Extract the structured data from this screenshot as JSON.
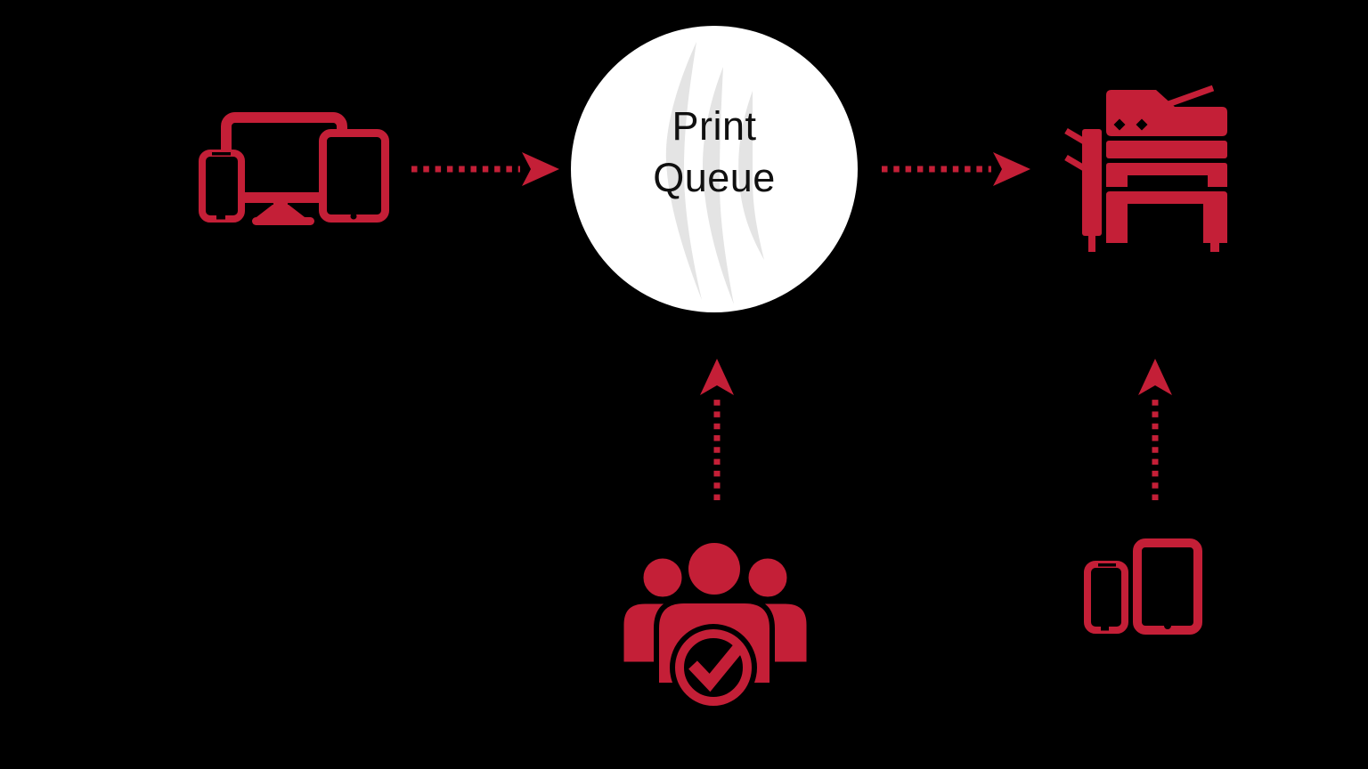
{
  "colors": {
    "background": "#000000",
    "accent_red": "#C41F37",
    "circle_fill": "#FFFFFF",
    "watermark_gray": "#E4E4E4",
    "label_text": "#101010"
  },
  "print_queue": {
    "line1": "Print",
    "line2": "Queue"
  },
  "icons": [
    {
      "name": "client-devices-icon",
      "depicts": "desktop monitor, smartphone and tablet"
    },
    {
      "name": "print-queue-circle",
      "depicts": "white circle with smoke watermark"
    },
    {
      "name": "printer-icon",
      "depicts": "multifunction printer with finisher tray"
    },
    {
      "name": "approved-users-icon",
      "depicts": "three users with checkmark badge"
    },
    {
      "name": "mobile-devices-icon",
      "depicts": "smartphone and tablet"
    }
  ],
  "arrows": [
    {
      "name": "arrow-devices-to-queue",
      "style": "dotted",
      "direction": "right"
    },
    {
      "name": "arrow-queue-to-printer",
      "style": "dotted",
      "direction": "right"
    },
    {
      "name": "arrow-users-to-queue",
      "style": "dotted",
      "direction": "up"
    },
    {
      "name": "arrow-mobiles-to-printer",
      "style": "dotted",
      "direction": "up"
    }
  ]
}
